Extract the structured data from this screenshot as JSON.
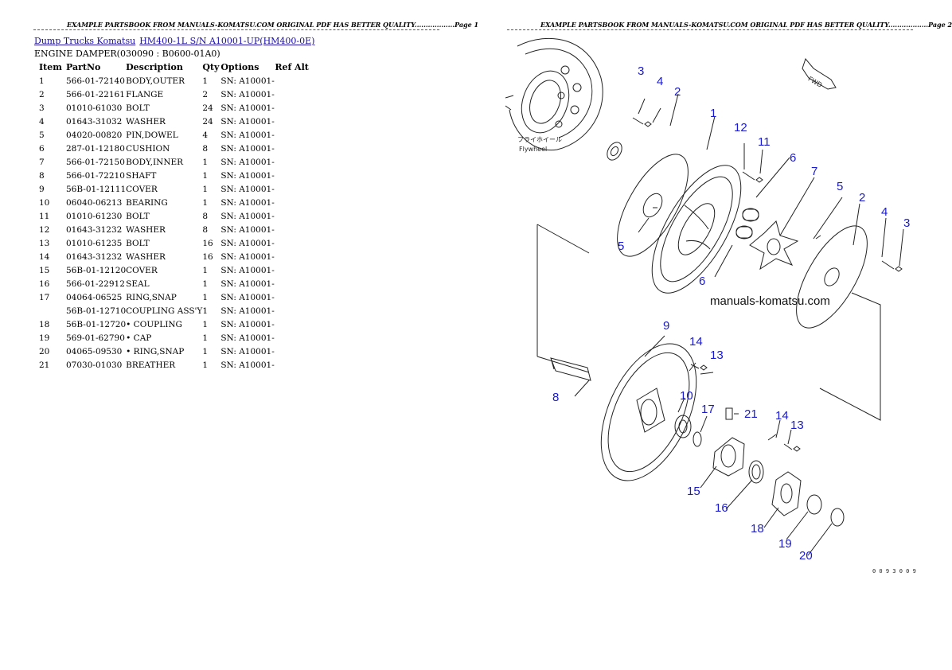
{
  "headers": {
    "page1": "EXAMPLE PARTSBOOK FROM MANUALS-KOMATSU.COM ORIGINAL PDF HAS BETTER QUALITY..................Page 1",
    "page2": "EXAMPLE PARTSBOOK FROM MANUALS-KOMATSU.COM ORIGINAL PDF HAS BETTER QUALITY..................Page 2"
  },
  "breadcrumb": {
    "link1": "Dump Trucks Komatsu",
    "link2": "HM400-1L S/N A10001-UP(HM400-0E)"
  },
  "section_title": "ENGINE DAMPER(030090 : B0600-01A0)",
  "table": {
    "columns": [
      "Item",
      "PartNo",
      "Description",
      "Qty",
      "Options",
      "Ref Alt"
    ],
    "rows": [
      {
        "item": "1",
        "partno": "566-01-72140",
        "desc": "BODY,OUTER",
        "qty": "1",
        "opt": "SN: A10001-"
      },
      {
        "item": "2",
        "partno": "566-01-22161",
        "desc": "FLANGE",
        "qty": "2",
        "opt": "SN: A10001-"
      },
      {
        "item": "3",
        "partno": "01010-61030",
        "desc": "BOLT",
        "qty": "24",
        "opt": "SN: A10001-"
      },
      {
        "item": "4",
        "partno": "01643-31032",
        "desc": "WASHER",
        "qty": "24",
        "opt": "SN: A10001-"
      },
      {
        "item": "5",
        "partno": "04020-00820",
        "desc": "PIN,DOWEL",
        "qty": "4",
        "opt": "SN: A10001-"
      },
      {
        "item": "6",
        "partno": "287-01-12180",
        "desc": "CUSHION",
        "qty": "8",
        "opt": "SN: A10001-"
      },
      {
        "item": "7",
        "partno": "566-01-72150",
        "desc": "BODY,INNER",
        "qty": "1",
        "opt": "SN: A10001-"
      },
      {
        "item": "8",
        "partno": "566-01-72210",
        "desc": "SHAFT",
        "qty": "1",
        "opt": "SN: A10001-"
      },
      {
        "item": "9",
        "partno": "56B-01-12111",
        "desc": "COVER",
        "qty": "1",
        "opt": "SN: A10001-"
      },
      {
        "item": "10",
        "partno": "06040-06213",
        "desc": "BEARING",
        "qty": "1",
        "opt": "SN: A10001-"
      },
      {
        "item": "11",
        "partno": "01010-61230",
        "desc": "BOLT",
        "qty": "8",
        "opt": "SN: A10001-"
      },
      {
        "item": "12",
        "partno": "01643-31232",
        "desc": "WASHER",
        "qty": "8",
        "opt": "SN: A10001-"
      },
      {
        "item": "13",
        "partno": "01010-61235",
        "desc": "BOLT",
        "qty": "16",
        "opt": "SN: A10001-"
      },
      {
        "item": "14",
        "partno": "01643-31232",
        "desc": "WASHER",
        "qty": "16",
        "opt": "SN: A10001-"
      },
      {
        "item": "15",
        "partno": "56B-01-12120",
        "desc": "COVER",
        "qty": "1",
        "opt": "SN: A10001-"
      },
      {
        "item": "16",
        "partno": "566-01-22912",
        "desc": "SEAL",
        "qty": "1",
        "opt": "SN: A10001-"
      },
      {
        "item": "17",
        "partno": "04064-06525",
        "desc": "RING,SNAP",
        "qty": "1",
        "opt": "SN: A10001-"
      },
      {
        "item": "",
        "partno": "56B-01-12710",
        "desc": "COUPLING ASS'Y",
        "qty": "1",
        "opt": "SN: A10001-"
      },
      {
        "item": "18",
        "partno": "56B-01-12720",
        "desc": "• COUPLING",
        "qty": "1",
        "opt": "SN: A10001-"
      },
      {
        "item": "19",
        "partno": "569-01-62790",
        "desc": "• CAP",
        "qty": "1",
        "opt": "SN: A10001-"
      },
      {
        "item": "20",
        "partno": "04065-09530",
        "desc": "• RING,SNAP",
        "qty": "1",
        "opt": "SN: A10001-"
      },
      {
        "item": "21",
        "partno": "07030-01030",
        "desc": "BREATHER",
        "qty": "1",
        "opt": "SN: A10001-"
      }
    ]
  },
  "diagram": {
    "watermark": "manuals-komatsu.com",
    "fwd": "FWD",
    "flywheel_jp": "フライホイール",
    "flywheel": "Flywheel",
    "figure_code": "0 0 9 3 0 0 9",
    "labels": [
      "3",
      "4",
      "2",
      "1",
      "12",
      "11",
      "6",
      "7",
      "5",
      "2",
      "4",
      "3",
      "5",
      "6",
      "9",
      "14",
      "13",
      "8",
      "10",
      "17",
      "21",
      "14",
      "13",
      "15",
      "16",
      "18",
      "19",
      "20"
    ]
  }
}
